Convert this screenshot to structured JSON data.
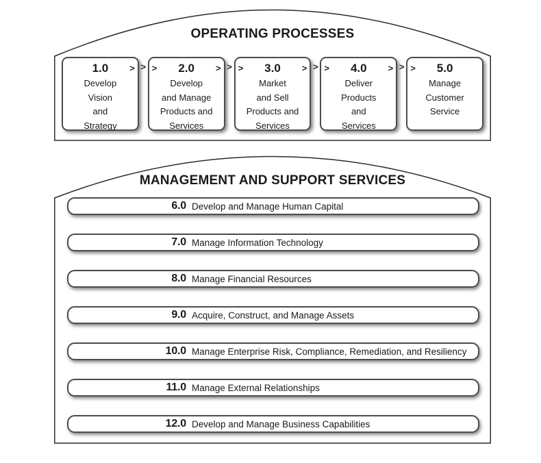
{
  "operating": {
    "title": "OPERATING PROCESSES",
    "chevron": ">",
    "boxes": [
      {
        "number": "1.0",
        "label": "Develop\nVision\nand\nStrategy"
      },
      {
        "number": "2.0",
        "label": "Develop\nand Manage\nProducts and\nServices"
      },
      {
        "number": "3.0",
        "label": "Market\nand Sell\nProducts and\nServices"
      },
      {
        "number": "4.0",
        "label": "Deliver\nProducts\nand\nServices"
      },
      {
        "number": "5.0",
        "label": "Manage\nCustomer\nService"
      }
    ]
  },
  "management": {
    "title": "MANAGEMENT AND SUPPORT SERVICES",
    "bars": [
      {
        "number": "6.0",
        "label": "Develop and Manage Human Capital"
      },
      {
        "number": "7.0",
        "label": "Manage Information Technology"
      },
      {
        "number": "8.0",
        "label": "Manage Financial Resources"
      },
      {
        "number": "9.0",
        "label": "Acquire, Construct, and Manage Assets"
      },
      {
        "number": "10.0",
        "label": "Manage Enterprise Risk, Compliance, Remediation, and Resiliency"
      },
      {
        "number": "11.0",
        "label": "Manage External Relationships"
      },
      {
        "number": "12.0",
        "label": "Develop and Manage Business Capabilities"
      }
    ]
  },
  "colors": {
    "box_border": "#4c4c4e",
    "outline_stroke": "#2b2b2b",
    "text": "#1a1a1a",
    "background": "#ffffff",
    "shadow": "rgba(45,45,45,0.55)"
  }
}
